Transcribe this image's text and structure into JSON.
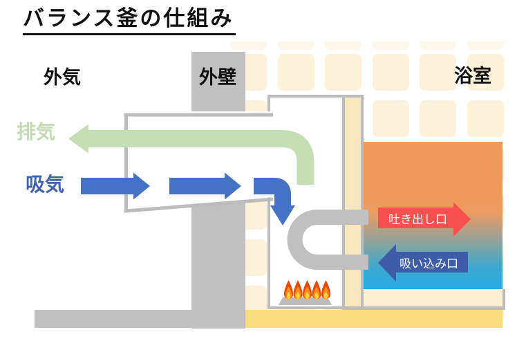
{
  "title": "バランス釜の仕組み",
  "regions": {
    "outside_air": "外気",
    "outer_wall": "外壁",
    "bathroom": "浴室"
  },
  "flows": {
    "exhaust": "排気",
    "intake": "吸気",
    "outlet": "吐き出し口",
    "inlet": "吸い込み口"
  },
  "colors": {
    "exhaust_green": "#C5DEB4",
    "intake_blue": "#4472C4",
    "outlet_red": "#F8504E",
    "inlet_navy": "#3E5CA8",
    "wall_gray": "#C0C0C0",
    "outline_gray": "#BCBCBC",
    "pipe_gray": "#C0C0C0",
    "tile_cream": "#FCF2DA",
    "wall_panel_cream": "#F8E6BC",
    "floor_yellow": "#F9DC7E",
    "water_hot_orange": "#EF9A58",
    "water_cold_blue": "#29ABE2",
    "flame_outer": "#E8470B",
    "flame_mid": "#FB8C17",
    "flame_core": "#FFD23C",
    "label_text_white": "#FFFFFF"
  },
  "tiles": {
    "columns": 6,
    "rows": 6,
    "sliver_row_cells": 6
  },
  "burner": {
    "flame_count": 5
  }
}
